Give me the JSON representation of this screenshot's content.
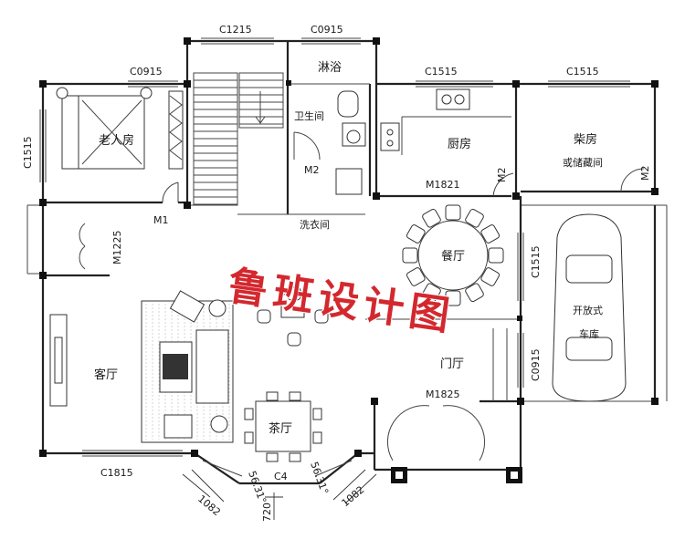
{
  "watermark": "鲁班设计图",
  "rooms": {
    "elder_room": "老人房",
    "shower": "淋浴",
    "bathroom": "卫生间",
    "kitchen": "厨房",
    "firewood_room": "柴房",
    "storage": "或储藏间",
    "dining": "餐厅",
    "laundry": "洗衣间",
    "living": "客厅",
    "foyer": "门厅",
    "tea_room": "茶厅",
    "garage_line1": "开放式",
    "garage_line2": "车库"
  },
  "windows": {
    "c1215": "C1215",
    "c0915_top": "C0915",
    "c0915_left": "C0915",
    "c1515_kitchen": "C1515",
    "c1515_shed": "C1515",
    "c1515_side": "C1515",
    "c1515_garage": "C1515",
    "c0915_garage": "C0915",
    "c1815": "C1815",
    "c4": "C4",
    "m1225": "M1225"
  },
  "doors": {
    "m1": "M1",
    "m2_bath": "M2",
    "m1821": "M1821",
    "m2_kitchen": "M2",
    "m2_shed": "M2",
    "m1825": "M1825"
  },
  "dimensions": {
    "d1082_left": "1082",
    "d1082_right": "1082",
    "ang_left": "56.31°",
    "ang_right": "56.31°",
    "d720": "720"
  }
}
